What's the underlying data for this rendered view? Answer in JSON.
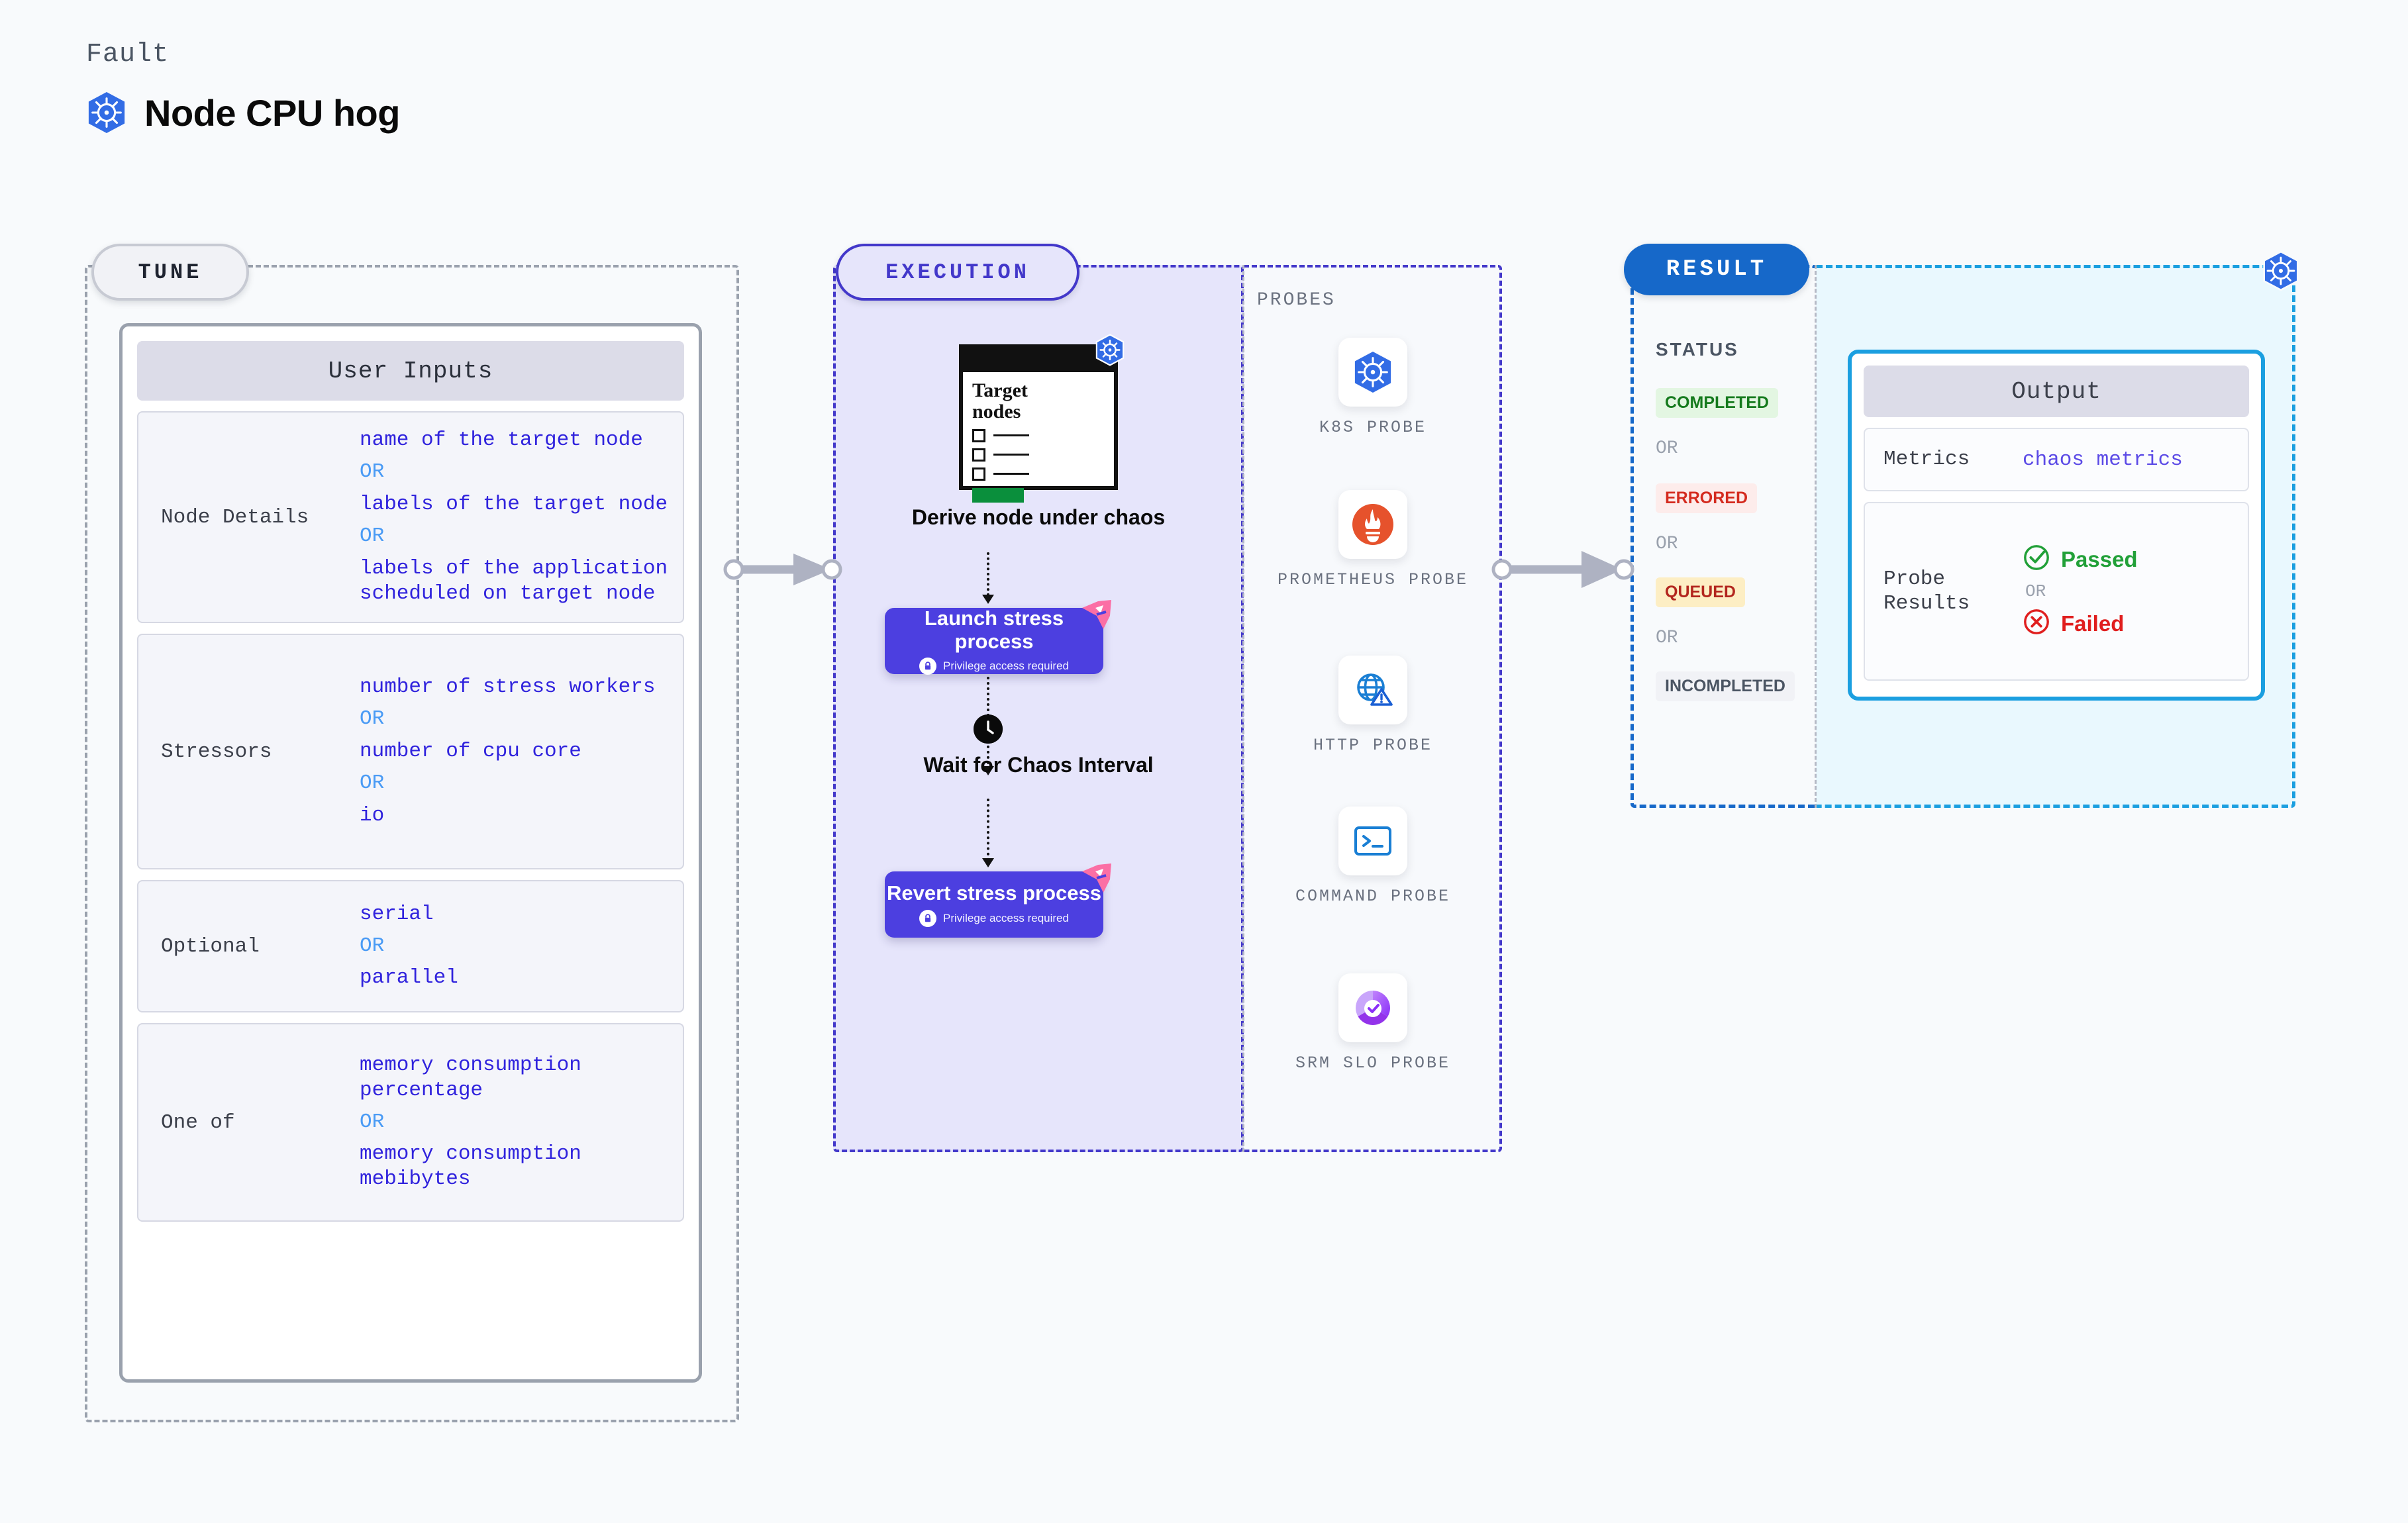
{
  "header": {
    "eyebrow": "Fault",
    "title": "Node CPU hog",
    "logo_icon": "kubernetes-icon"
  },
  "tune": {
    "pill_label": "TUNE",
    "card_title": "User Inputs",
    "rows": [
      {
        "key": "Node Details",
        "values": [
          "name of the target node",
          "labels of the target node",
          "labels of the application\n scheduled on target node"
        ],
        "separator": "OR"
      },
      {
        "key": "Stressors",
        "values": [
          "number of stress workers",
          "number of cpu core",
          "io"
        ],
        "separator": "OR"
      },
      {
        "key": "Optional",
        "values": [
          "serial",
          "parallel"
        ],
        "separator": "OR"
      },
      {
        "key": "One of",
        "values": [
          "memory consumption percentage",
          "memory consumption mebibytes"
        ],
        "separator": "OR"
      }
    ]
  },
  "execution": {
    "pill_label": "EXECUTION",
    "target_card": {
      "title_line1": "Target",
      "title_line2": "nodes",
      "badge_icon": "kubernetes-icon"
    },
    "steps": [
      {
        "label": "Derive node under chaos"
      },
      {
        "label": "Launch stress process",
        "sub": "Privilege access required",
        "privileged": true
      },
      {
        "label": "Wait for Chaos Interval",
        "icon": "clock-icon"
      },
      {
        "label": "Revert stress process",
        "sub": "Privilege access required",
        "privileged": true
      }
    ]
  },
  "probes": {
    "section_label": "PROBES",
    "items": [
      {
        "label": "K8S PROBE",
        "icon": "kubernetes-icon"
      },
      {
        "label": "PROMETHEUS PROBE",
        "icon": "prometheus-icon"
      },
      {
        "label": "HTTP PROBE",
        "icon": "http-globe-warning-icon"
      },
      {
        "label": "COMMAND PROBE",
        "icon": "terminal-icon"
      },
      {
        "label": "SRM SLO PROBE",
        "icon": "srm-slo-icon"
      }
    ]
  },
  "result": {
    "pill_label": "RESULT",
    "status_label": "STATUS",
    "separator": "OR",
    "badge_icon": "kubernetes-icon",
    "statuses": [
      {
        "label": "COMPLETED",
        "bg": "#e3f6e2",
        "fg": "#157a1d"
      },
      {
        "label": "ERRORED",
        "bg": "#fdeceb",
        "fg": "#d42b1f"
      },
      {
        "label": "QUEUED",
        "bg": "#fdeec4",
        "fg": "#b3261e"
      },
      {
        "label": "INCOMPLETED",
        "bg": "#f1f2f6",
        "fg": "#4b5563"
      }
    ],
    "output": {
      "title": "Output",
      "metrics_key": "Metrics",
      "metrics_value": "chaos metrics",
      "probe_results_key": "Probe Results",
      "passed_label": "Passed",
      "failed_label": "Failed",
      "separator": "OR",
      "passed_icon": "check-circle-icon",
      "failed_icon": "x-circle-icon"
    }
  },
  "colors": {
    "indigo": "#4c3fe0",
    "blue": "#1668c9",
    "cyan": "#1b9fe0",
    "k8s_blue": "#326ce5",
    "pink": "#fb6fa5",
    "green": "#157a1d",
    "red": "#d42b1f"
  }
}
